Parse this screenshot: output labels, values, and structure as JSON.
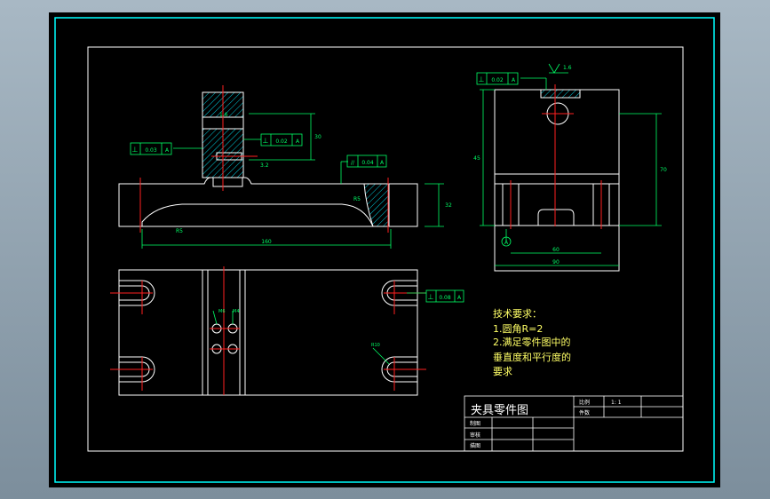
{
  "colors": {
    "background": "#000000",
    "outer_frame": "#00ffff",
    "outline": "#ffffff",
    "centerline": "#ff2020",
    "dimension": "#00ff66",
    "hatch": "#00ccdd",
    "notes": "#ffff66"
  },
  "front_view": {
    "dims": {
      "overall_length": "160",
      "height": "32",
      "upper_height": "30",
      "radius_left": "R5",
      "radius_right": "R5"
    },
    "gdt": {
      "perp_left": {
        "symbol": "⊥",
        "value": "0.03",
        "datum": "A"
      },
      "perp_right": {
        "symbol": "⊥",
        "value": "0.02",
        "datum": "A"
      },
      "parallel": {
        "symbol": "//",
        "value": "0.04",
        "datum": "A"
      }
    },
    "roughness_top": "1.6",
    "roughness_side": "3.2"
  },
  "side_view": {
    "dims": {
      "height": "45",
      "right_height": "70",
      "bottom_inner": "60",
      "bottom_overall": "90"
    },
    "gdt": {
      "symbol": "⊥",
      "value": "0.02",
      "datum": "A"
    },
    "roughness": "1.6",
    "datum_label": "A"
  },
  "top_view": {
    "gdt": {
      "symbol": "⊥",
      "value": "0.08",
      "datum": "A"
    },
    "hole_labels": [
      "M6",
      "M4"
    ],
    "slot_label": "R10"
  },
  "notes": {
    "title": "技术要求：",
    "items": [
      "1.圆角R=2",
      "2.满足零件图中的",
      "垂直度和平行度的",
      "要求"
    ]
  },
  "title_block": {
    "drawing_name": "夹具零件图",
    "scale_label": "比例",
    "scale_value": "1: 1",
    "count_label": "件数",
    "rows": [
      "制图",
      "审核",
      "描图"
    ]
  }
}
